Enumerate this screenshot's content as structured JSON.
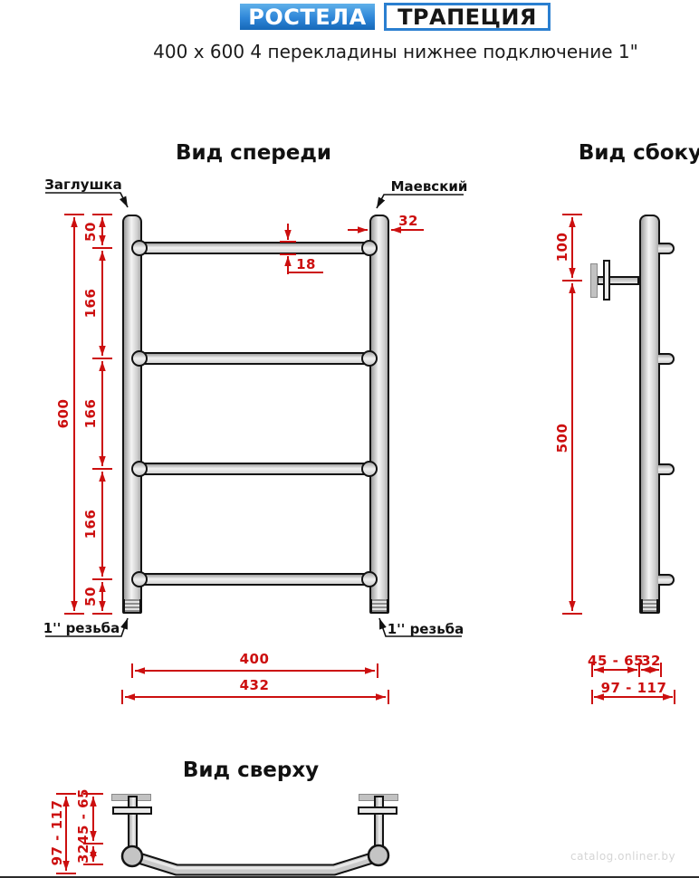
{
  "header": {
    "brand": "РОСТЕЛА",
    "model": "ТРАПЕЦИЯ",
    "subtitle": "400 x 600 4 перекладины нижнее подключение 1\""
  },
  "front_view": {
    "title": "Вид спереди",
    "labels": {
      "plug": "Заглушка",
      "air_valve": "Маевский",
      "thread_left": "1'' резьба",
      "thread_right": "1'' резьба"
    },
    "dims": {
      "post_diameter": "32",
      "tube_diameter": "18",
      "top_offset": "50",
      "gap1": "166",
      "gap2": "166",
      "gap3": "166",
      "bottom_offset": "50",
      "height_total": "600",
      "width_centers": "400",
      "width_total": "432"
    }
  },
  "side_view": {
    "title": "Вид сбоку",
    "dims": {
      "top_to_bracket": "100",
      "bracket_span": "500",
      "wall_gap": "45 - 65",
      "post_depth": "32",
      "total_depth": "97 - 117"
    }
  },
  "top_view": {
    "title": "Вид сверху",
    "dims": {
      "total_depth": "97 - 117",
      "wall_gap": "45 - 65",
      "post_diameter": "32"
    }
  },
  "watermark": "catalog.onliner.by",
  "colors": {
    "dim_red": "#cc0f0f",
    "brand_blue": "#2a7fd0",
    "outline": "#131313"
  }
}
